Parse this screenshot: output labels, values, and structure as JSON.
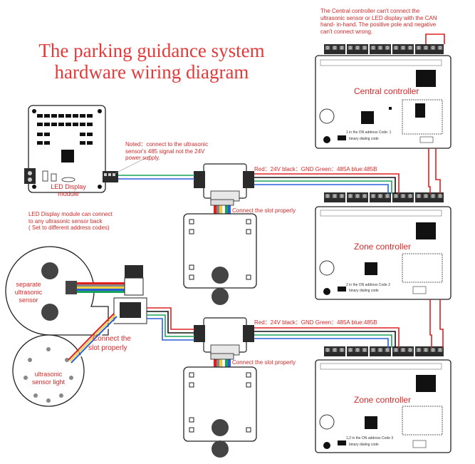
{
  "title": {
    "line1": "The parking guidance system",
    "line2": "hardware wiring diagram"
  },
  "notes": {
    "central_line1": "The Central controller can't connect the",
    "central_line2": "ultrasonic sensor or LED display with the CAN",
    "central_line3": "hand- in-hand. The positive pole and negative",
    "central_line4": "can't connect wrong.",
    "noted_line1": "Noted：connect to the ultrasonic",
    "noted_line2": "sensor's 485 signal not the 24V",
    "noted_line3": "power supply.",
    "led_line1": "LED Display module can connect",
    "led_line2": "to any ultrasonic sensor back",
    "led_line3": "( Set to different address codes)",
    "wire_colors_1": "Red：24V  black：GND  Green：485A  blue:485B",
    "wire_colors_2": "Red：24V  black：GND  Green：485A  blue:485B",
    "slot_1": "Connect the slot properly",
    "slot_2": "Connect the slot properly",
    "slot_3_line1": "Connect the",
    "slot_3_line2": "slot properly"
  },
  "labels": {
    "led_display_line1": "LED Display",
    "led_display_line2": "module",
    "central_controller": "Central controller",
    "zone_controller_1": "Zone controller",
    "zone_controller_2": "Zone controller",
    "separate_sensor_line1": "separate",
    "separate_sensor_line2": "ultrasonic",
    "separate_sensor_line3": "sensor",
    "sensor_light_line1": "ultrasonic",
    "sensor_light_line2": "sensor light"
  },
  "small_text": {
    "central_code": "1 in the ON address Code: 1",
    "central_binary": "binary dialing code",
    "zone1_code": "2 in the ON address Code 2",
    "zone1_binary": "binary dialing code",
    "zone2_code": "1,2 in the ON address Code 3",
    "zone2_binary": "binary dialing code"
  },
  "colors": {
    "red_wire": "#e02020",
    "black_wire": "#111111",
    "green_wire": "#1aa35a",
    "blue_wire": "#2a5fd8",
    "accent_text": "#d62828"
  }
}
